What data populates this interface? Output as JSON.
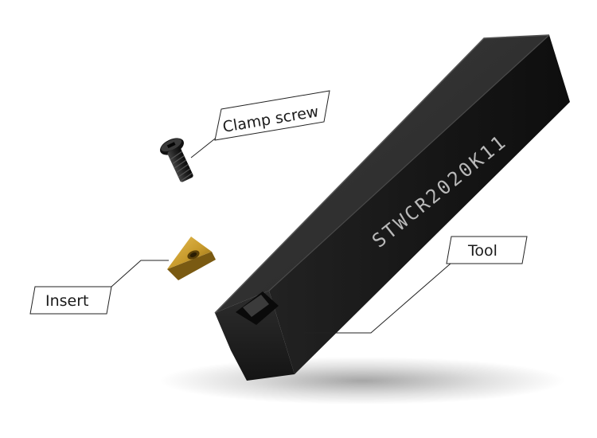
{
  "labels": {
    "clamp_screw": "Clamp screw",
    "insert": "Insert",
    "tool": "Tool"
  },
  "tool": {
    "engraving": "STWCR2020K11"
  },
  "colors": {
    "tool_body": "#1b1b1b",
    "insert_gold": "#c79a2c",
    "leader_line": "#222222"
  }
}
